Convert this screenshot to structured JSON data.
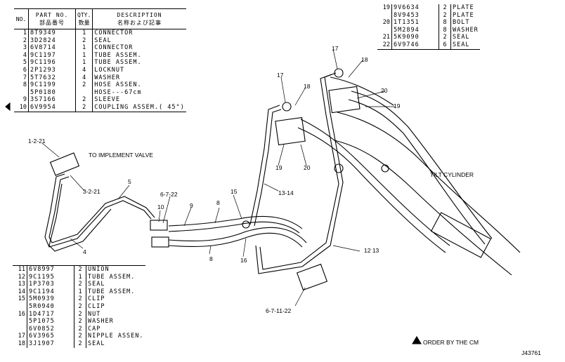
{
  "parts_top": {
    "headers": {
      "no": "NO.",
      "part_no": "PART NO.",
      "part_no_jp": "部品番号",
      "qty": "QTY.",
      "qty_jp": "数量",
      "desc": "DESCRIPTION",
      "desc_jp": "名称および記事"
    },
    "rows": [
      {
        "no": "1",
        "part": "8T9349",
        "qty": "1",
        "desc": "CONNECTOR"
      },
      {
        "no": "2",
        "part": "3D2824",
        "qty": "2",
        "desc": "SEAL"
      },
      {
        "no": "3",
        "part": "6V8714",
        "qty": "1",
        "desc": "CONNECTOR"
      },
      {
        "no": "4",
        "part": "9C1197",
        "qty": "1",
        "desc": "TUBE ASSEM."
      },
      {
        "no": "5",
        "part": "9C1196",
        "qty": "1",
        "desc": "TUBE ASSEM."
      },
      {
        "no": "6",
        "part": "2P1293",
        "qty": "4",
        "desc": "LOCKNUT"
      },
      {
        "no": "7",
        "part": "5T7632",
        "qty": "4",
        "desc": "WASHER"
      },
      {
        "no": "8",
        "part": "9C1199",
        "qty": "2",
        "desc": "HOSE ASSEN."
      },
      {
        "no": "",
        "part": "5P0180",
        "qty": "",
        "desc": "  HOSE---67cm"
      },
      {
        "no": "9",
        "part": "3S7166",
        "qty": "2",
        "desc": "  SLEEVE"
      },
      {
        "no": "10",
        "part": "6V9954",
        "qty": "2",
        "desc": "  COUPLING ASSEM.( 45°)"
      }
    ]
  },
  "parts_right": {
    "rows": [
      {
        "no": "19",
        "part": "9V6634",
        "qty": "2",
        "desc": "PLATE"
      },
      {
        "no": "",
        "part": "8V9453",
        "qty": "2",
        "desc": "PLATE"
      },
      {
        "no": "20",
        "part": "1T1351",
        "qty": "8",
        "desc": "BOLT"
      },
      {
        "no": "",
        "part": "5M2894",
        "qty": "8",
        "desc": "WASHER"
      },
      {
        "no": "21",
        "part": "5K9090",
        "qty": "2",
        "desc": "SEAL"
      },
      {
        "no": "22",
        "part": "6V9746",
        "qty": "6",
        "desc": "SEAL"
      }
    ]
  },
  "parts_bottom": {
    "rows": [
      {
        "no": "11",
        "part": "6V8997",
        "qty": "2",
        "desc": "UNION"
      },
      {
        "no": "12",
        "part": "9C1195",
        "qty": "1",
        "desc": "TUBE ASSEM."
      },
      {
        "no": "13",
        "part": "1P3703",
        "qty": "2",
        "desc": "SEAL"
      },
      {
        "no": "14",
        "part": "9C1194",
        "qty": "1",
        "desc": "TUBE ASSEM."
      },
      {
        "no": "15",
        "part": "5M0939",
        "qty": "2",
        "desc": "CLIP"
      },
      {
        "no": "",
        "part": "5R0940",
        "qty": "2",
        "desc": "CLIP"
      },
      {
        "no": "16",
        "part": "1D4717",
        "qty": "2",
        "desc": "NUT"
      },
      {
        "no": "",
        "part": "5P1075",
        "qty": "2",
        "desc": "WASHER"
      },
      {
        "no": "",
        "part": "6V0852",
        "qty": "2",
        "desc": "CAP"
      },
      {
        "no": "17",
        "part": "6V3965",
        "qty": "2",
        "desc": "NIPPLE ASSEN."
      },
      {
        "no": "18",
        "part": "3J1907",
        "qty": "2",
        "desc": "SEAL"
      }
    ]
  },
  "labels": {
    "l_1_2_21": "1-2-21",
    "to_valve": "TO IMPLEMENT VALVE",
    "l_3_2_21": "3-2-21",
    "l_5": "5",
    "l_4": "4",
    "l_6_7_22": "6-7-22",
    "l_10": "10",
    "l_9": "9",
    "l_8a": "8",
    "l_8b": "8",
    "l_15": "15",
    "l_16": "16",
    "l_13_14": "13-14",
    "l_17a": "17",
    "l_18a": "18",
    "l_19a": "19",
    "l_20a": "20",
    "l_17b": "17",
    "l_18b": "18",
    "l_20b": "20",
    "l_19b": "19",
    "tilt": "TILT CYLINDER",
    "l_12_13": "12 13",
    "l_6_7_11_22": "6-7-11-22",
    "order": "ORDER BY THE CM",
    "code": "J43761"
  }
}
